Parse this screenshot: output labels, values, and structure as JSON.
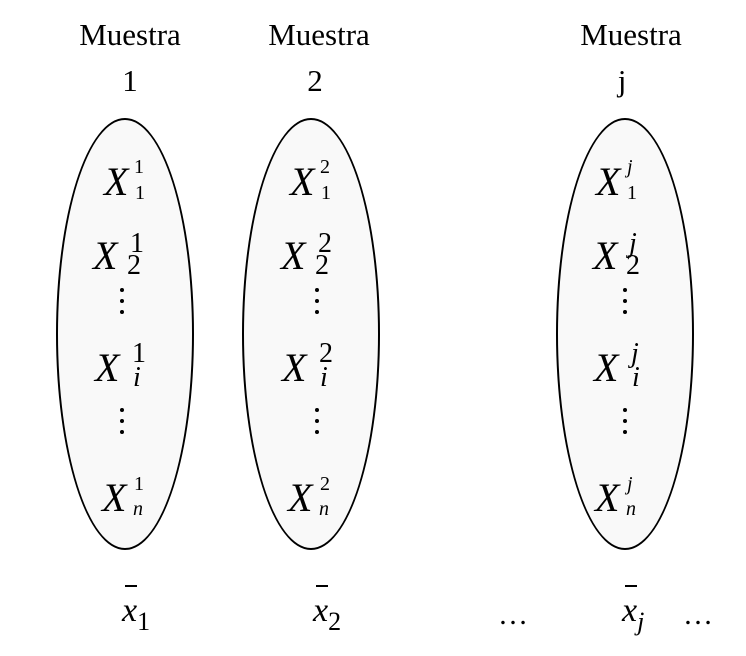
{
  "samples": [
    {
      "title": "Muestra",
      "number": "1",
      "vars": [
        {
          "base": "X",
          "sup": "1",
          "sub": "1"
        },
        {
          "base": "X",
          "sup": "1",
          "sub": "2"
        },
        {
          "base": "X",
          "sup": "1",
          "sub": "i"
        },
        {
          "base": "X",
          "sup": "1",
          "sub": "n"
        }
      ],
      "mean": {
        "base": "x",
        "sub": "1"
      }
    },
    {
      "title": "Muestra",
      "number": "2",
      "vars": [
        {
          "base": "X",
          "sup": "2",
          "sub": "1"
        },
        {
          "base": "X",
          "sup": "2",
          "sub": "2"
        },
        {
          "base": "X",
          "sup": "2",
          "sub": "i"
        },
        {
          "base": "X",
          "sup": "2",
          "sub": "n"
        }
      ],
      "mean": {
        "base": "x",
        "sub": "2"
      }
    },
    {
      "title": "Muestra",
      "number": "j",
      "vars": [
        {
          "base": "X",
          "sup": "j",
          "sub": "1"
        },
        {
          "base": "X",
          "sup": "j",
          "sub": "2"
        },
        {
          "base": "X",
          "sup": "j",
          "sub": "i"
        },
        {
          "base": "X",
          "sup": "j",
          "sub": "n"
        }
      ],
      "mean": {
        "base": "x",
        "sub": "j"
      }
    }
  ],
  "ellipsis_between": "…",
  "ellipsis_after": "…"
}
